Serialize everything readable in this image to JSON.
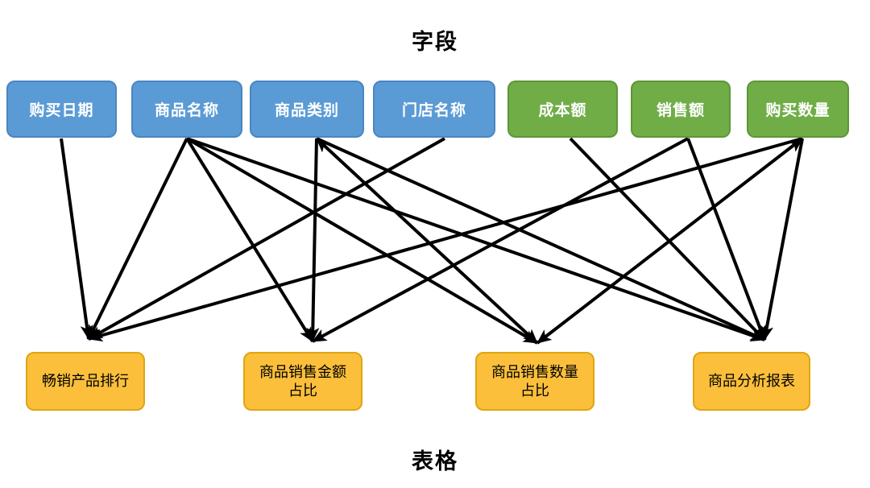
{
  "diagram": {
    "top_title": "字段",
    "bottom_title": "表格",
    "fields": [
      {
        "id": "purchase-date",
        "label": "购买日期",
        "color_group": "blue"
      },
      {
        "id": "product-name",
        "label": "商品名称",
        "color_group": "blue"
      },
      {
        "id": "product-category",
        "label": "商品类别",
        "color_group": "blue"
      },
      {
        "id": "store-name",
        "label": "门店名称",
        "color_group": "blue"
      },
      {
        "id": "cost-amount",
        "label": "成本额",
        "color_group": "green"
      },
      {
        "id": "sales-amount",
        "label": "销售额",
        "color_group": "green"
      },
      {
        "id": "purchase-quantity",
        "label": "购买数量",
        "color_group": "green"
      }
    ],
    "tables": [
      {
        "id": "best-seller-ranking",
        "label": "畅销产品排行"
      },
      {
        "id": "sales-amount-share",
        "label": "商品销售金额\n占比"
      },
      {
        "id": "sales-quantity-share",
        "label": "商品销售数量\n占比"
      },
      {
        "id": "product-analysis-report",
        "label": "商品分析报表"
      }
    ],
    "connections": [
      {
        "from": "purchase-date",
        "to": "best-seller-ranking",
        "double_headed": false
      },
      {
        "from": "product-name",
        "to": "best-seller-ranking",
        "double_headed": false
      },
      {
        "from": "product-name",
        "to": "sales-amount-share",
        "double_headed": false
      },
      {
        "from": "product-name",
        "to": "sales-quantity-share",
        "double_headed": false
      },
      {
        "from": "product-name",
        "to": "product-analysis-report",
        "double_headed": false
      },
      {
        "from": "product-category",
        "to": "sales-amount-share",
        "double_headed": false
      },
      {
        "from": "product-category",
        "to": "sales-quantity-share",
        "double_headed": true
      },
      {
        "from": "product-category",
        "to": "product-analysis-report",
        "double_headed": false
      },
      {
        "from": "store-name",
        "to": "best-seller-ranking",
        "double_headed": false
      },
      {
        "from": "cost-amount",
        "to": "product-analysis-report",
        "double_headed": false
      },
      {
        "from": "sales-amount",
        "to": "sales-amount-share",
        "double_headed": false
      },
      {
        "from": "sales-amount",
        "to": "product-analysis-report",
        "double_headed": false
      },
      {
        "from": "purchase-quantity",
        "to": "best-seller-ranking",
        "double_headed": false
      },
      {
        "from": "purchase-quantity",
        "to": "sales-quantity-share",
        "double_headed": true
      },
      {
        "from": "purchase-quantity",
        "to": "product-analysis-report",
        "double_headed": false
      }
    ],
    "colors": {
      "field_blue": "#5B9BD5",
      "field_green": "#70AD47",
      "table_orange": "#FBBF3B",
      "arrow": "#000000"
    }
  }
}
